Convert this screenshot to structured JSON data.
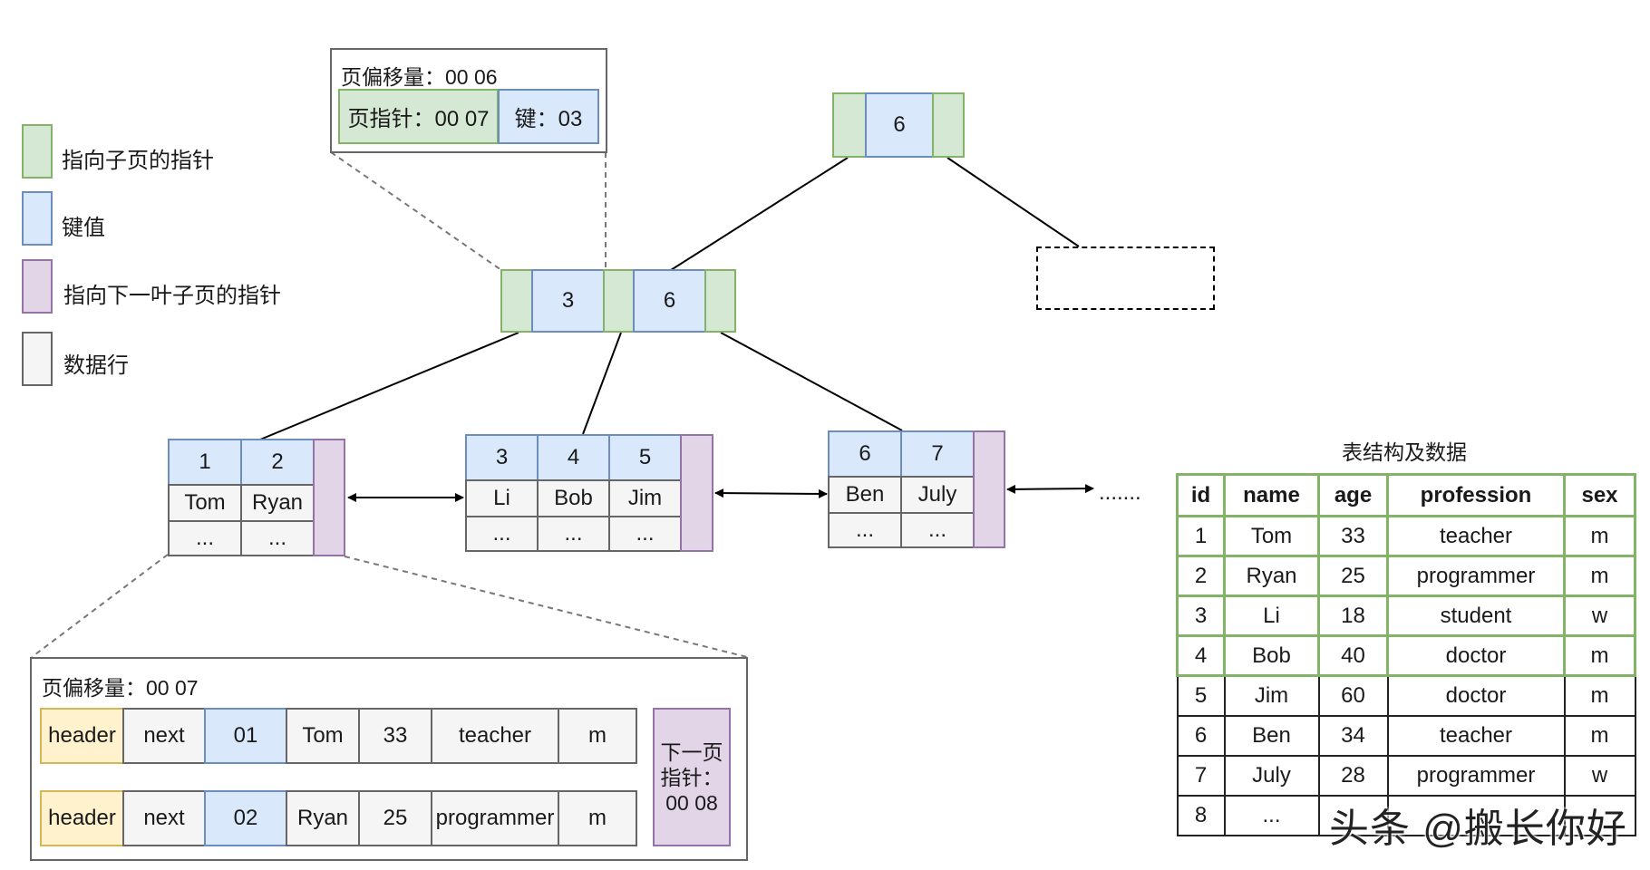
{
  "legend": [
    {
      "label": "指向子页的指针",
      "color": "green"
    },
    {
      "label": "键值",
      "color": "blue"
    },
    {
      "label": "指向下一叶子页的指针",
      "color": "purple"
    },
    {
      "label": "数据行",
      "color": "gray"
    }
  ],
  "root_page": {
    "key": "6"
  },
  "inner_page": {
    "keys": [
      "3",
      "6"
    ]
  },
  "inner_detail": {
    "offset_label": "页偏移量：00 06",
    "pointer_label": "页指针：00 07",
    "key_label": "键：03"
  },
  "leaves": [
    {
      "keys": [
        "1",
        "2"
      ],
      "names": [
        "Tom",
        "Ryan"
      ],
      "more": [
        "...",
        "..."
      ]
    },
    {
      "keys": [
        "3",
        "4",
        "5"
      ],
      "names": [
        "Li",
        "Bob",
        "Jim"
      ],
      "more": [
        "...",
        "...",
        "..."
      ]
    },
    {
      "keys": [
        "6",
        "7"
      ],
      "names": [
        "Ben",
        "July"
      ],
      "more": [
        "...",
        "..."
      ]
    }
  ],
  "leaf_continuation": ".......",
  "leaf_detail": {
    "offset_label": "页偏移量：00 07",
    "rows": [
      [
        "header",
        "next",
        "01",
        "Tom",
        "33",
        "teacher",
        "m"
      ],
      [
        "header",
        "next",
        "02",
        "Ryan",
        "25",
        "programmer",
        "m"
      ]
    ],
    "next_page_pointer": [
      "下一页",
      "指针：",
      "00 08"
    ]
  },
  "table": {
    "title": "表结构及数据",
    "columns": [
      "id",
      "name",
      "age",
      "profession",
      "sex"
    ],
    "rows": [
      [
        "1",
        "Tom",
        "33",
        "teacher",
        "m"
      ],
      [
        "2",
        "Ryan",
        "25",
        "programmer",
        "m"
      ],
      [
        "3",
        "Li",
        "18",
        "student",
        "w"
      ],
      [
        "4",
        "Bob",
        "40",
        "doctor",
        "m"
      ],
      [
        "5",
        "Jim",
        "60",
        "doctor",
        "m"
      ],
      [
        "6",
        "Ben",
        "34",
        "teacher",
        "m"
      ],
      [
        "7",
        "July",
        "28",
        "programmer",
        "w"
      ],
      [
        "8",
        "...",
        "",
        "",
        ""
      ]
    ]
  },
  "watermark": "头条 @搬长你好",
  "colors": {
    "green_fill": "#d5e8d4",
    "green_stroke": "#82b366",
    "blue_fill": "#dae8fc",
    "blue_stroke": "#6c8ebf",
    "purple_fill": "#e1d5e7",
    "purple_stroke": "#9673a6",
    "gray_fill": "#f5f5f5",
    "gray_stroke": "#666666",
    "yellow_fill": "#fff2cc",
    "yellow_stroke": "#d6b656"
  }
}
